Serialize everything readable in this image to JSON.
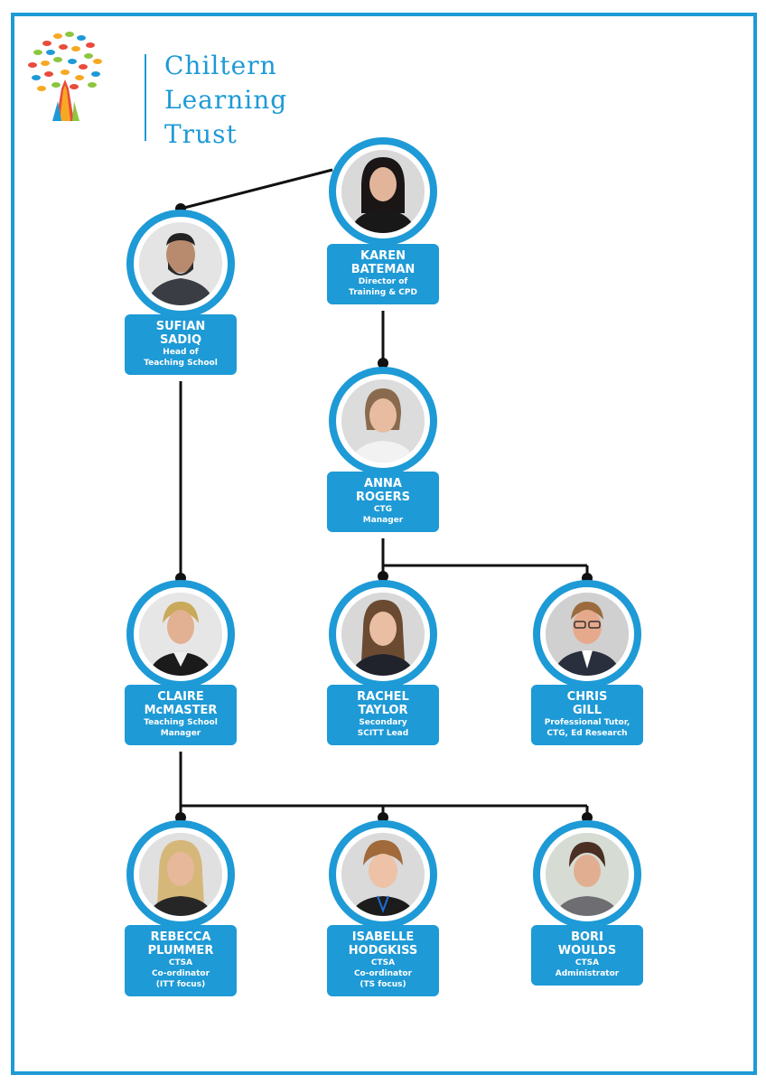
{
  "logo": {
    "line1": "Chiltern",
    "line2": "Learning",
    "line3": "Trust"
  },
  "people": {
    "karen": {
      "first": "KAREN",
      "last": "BATEMAN",
      "role1": "Director of",
      "role2": "Training & CPD",
      "role3": ""
    },
    "sufian": {
      "first": "SUFIAN",
      "last": "SADIQ",
      "role1": "Head of",
      "role2": "Teaching School",
      "role3": ""
    },
    "anna": {
      "first": "ANNA",
      "last": "ROGERS",
      "role1": "CTG",
      "role2": "Manager",
      "role3": ""
    },
    "claire": {
      "first": "CLAIRE",
      "last": "McMASTER",
      "role1": "Teaching School",
      "role2": "Manager",
      "role3": ""
    },
    "rachel": {
      "first": "RACHEL",
      "last": "TAYLOR",
      "role1": "Secondary",
      "role2": "SCITT Lead",
      "role3": ""
    },
    "chris": {
      "first": "CHRIS",
      "last": "GILL",
      "role1": "Professional Tutor,",
      "role2": "CTG, Ed Research",
      "role3": ""
    },
    "rebecca": {
      "first": "REBECCA",
      "last": "PLUMMER",
      "role1": "CTSA",
      "role2": "Co-ordinator",
      "role3": "(ITT focus)"
    },
    "isabelle": {
      "first": "ISABELLE",
      "last": "HODGKISS",
      "role1": "CTSA",
      "role2": "Co-ordinator",
      "role3": "(TS focus)"
    },
    "bori": {
      "first": "BORI",
      "last": "WOULDS",
      "role1": "CTSA",
      "role2": "Administrator",
      "role3": ""
    }
  },
  "colors": {
    "brand_blue": "#1e9ad6",
    "connector": "#111111",
    "card_text": "#ffffff"
  }
}
